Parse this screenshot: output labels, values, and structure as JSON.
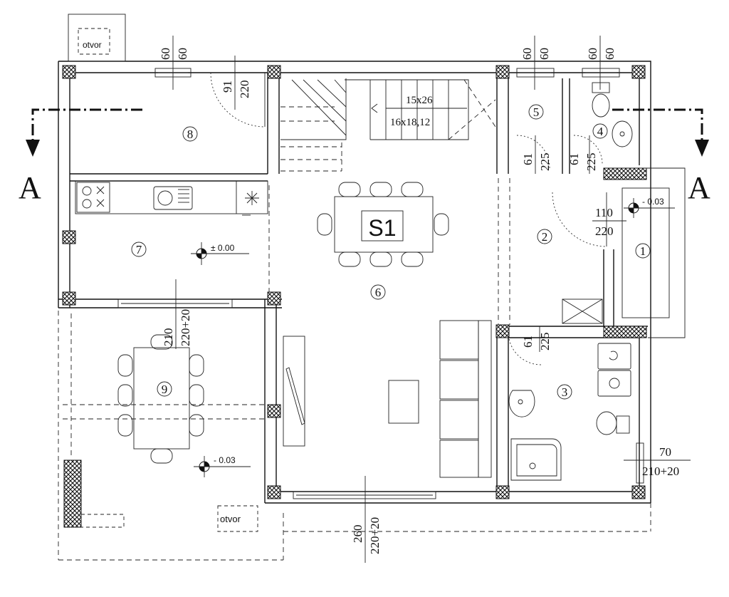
{
  "plan": {
    "section_marks": [
      "A",
      "A"
    ],
    "stair": {
      "label_top": "15x26",
      "label_bottom": "16x18,12"
    },
    "space_label": "S1",
    "openings": [
      "otvor",
      "otvor"
    ],
    "rooms": [
      "1",
      "2",
      "3",
      "4",
      "5",
      "6",
      "7",
      "8",
      "9"
    ],
    "levels": [
      "± 0.00",
      "- 0.03",
      "- 0.03"
    ],
    "dims": [
      {
        "top": "60",
        "bottom": "60"
      },
      {
        "top": "91",
        "bottom": "220"
      },
      {
        "top": "60",
        "bottom": "60"
      },
      {
        "top": "60",
        "bottom": "60"
      },
      {
        "top": "61",
        "bottom": "225"
      },
      {
        "top": "61",
        "bottom": "225"
      },
      {
        "top": "110",
        "bottom": "220"
      },
      {
        "top": "210",
        "bottom": "220+20"
      },
      {
        "top": "61",
        "bottom": "225"
      },
      {
        "top": "70",
        "bottom": "210+20"
      },
      {
        "top": "260",
        "bottom": "220+20"
      }
    ]
  }
}
